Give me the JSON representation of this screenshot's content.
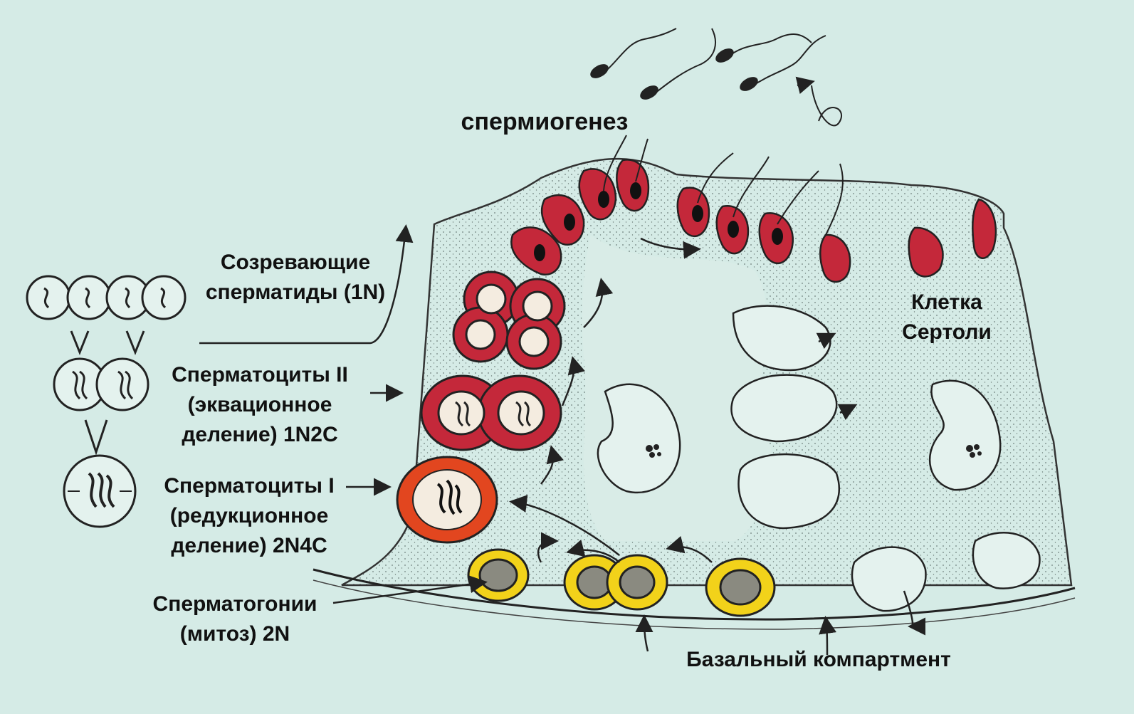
{
  "colors": {
    "background": "#d5ebe6",
    "spermatid_red": "#c4283a",
    "spermatocyte_orange": "#e2461f",
    "spermatogonia_yellow": "#f2d21a",
    "tissue_stipple": "#7a8a86",
    "ink": "#111111"
  },
  "labels": {
    "spermiogenesis": "спермиогенез",
    "spermatids": [
      "Созревающие",
      "сперматиды (1N)"
    ],
    "spermatocytes_2": [
      "Сперматоциты II",
      "(эквационное",
      "деление) 1N2C"
    ],
    "spermatocytes_1": [
      "Сперматоциты I",
      "(редукционное",
      "деление) 2N4C"
    ],
    "spermatogonia": [
      "Сперматогонии",
      "(митоз) 2N"
    ],
    "sertoli": [
      "Клетка",
      "Сертоли"
    ],
    "basal": "Базальный компартмент"
  }
}
